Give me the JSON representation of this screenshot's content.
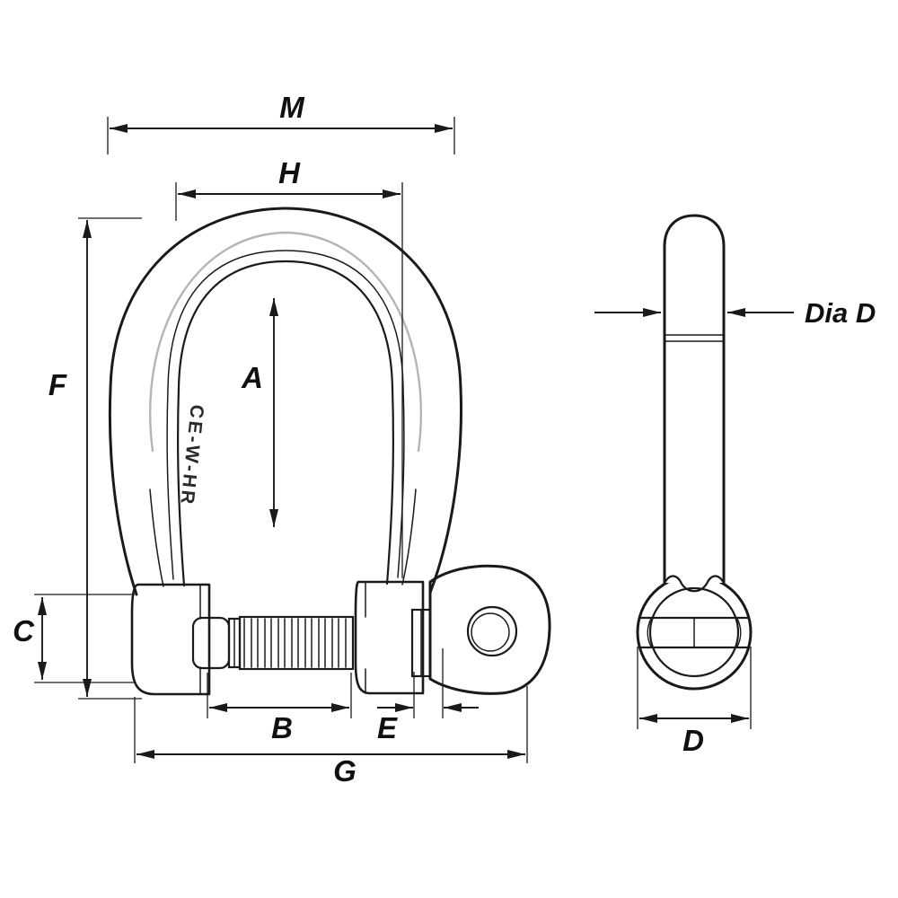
{
  "labels": {
    "m": "M",
    "h": "H",
    "a": "A",
    "f": "F",
    "c": "C",
    "b": "B",
    "e": "E",
    "g": "G",
    "dia_d": "Dia D",
    "d": "D"
  },
  "engraving": {
    "text": "CE-W-HR"
  },
  "colors": {
    "line": "#1a1a1a",
    "background": "#ffffff"
  }
}
